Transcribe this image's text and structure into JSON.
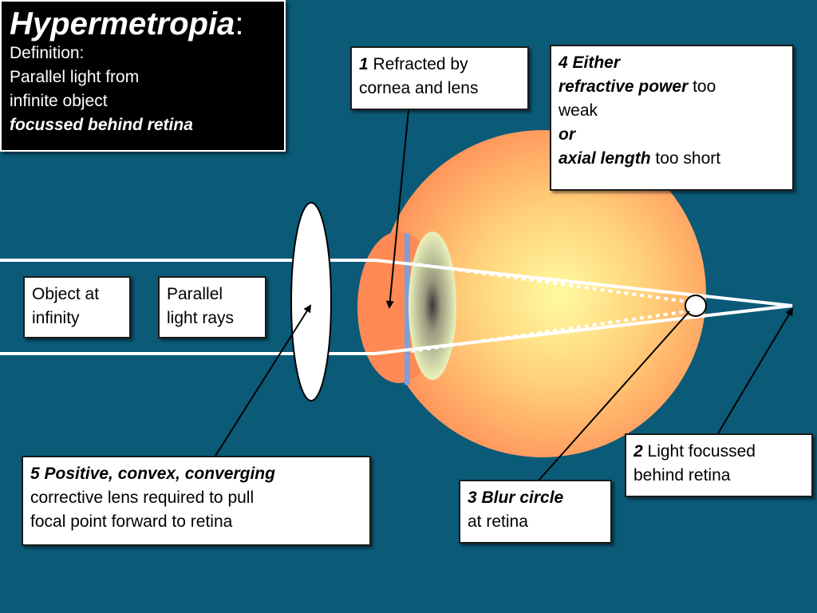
{
  "definition": {
    "title": "Hypermetropia",
    "colon": ":",
    "line1": "Definition:",
    "line2": "Parallel light from",
    "line3": "infinite object",
    "line4": "focussed behind retina"
  },
  "label_1": {
    "num": "1",
    "text1": " Refracted by",
    "text2": "cornea and lens"
  },
  "label_2": {
    "num": "2",
    "text1": " Light focussed",
    "text2": "behind retina"
  },
  "label_3": {
    "title": "3 Blur circle",
    "text": "at retina"
  },
  "label_4": {
    "line1": "4 Either",
    "line2a": "refractive power",
    "line2b": " too",
    "line3": "weak",
    "line4": "or",
    "line5a": "axial length",
    "line5b": " too short"
  },
  "label_5": {
    "title": "5 Positive, convex, converging",
    "line2": "corrective lens required to pull",
    "line3": "focal point forward to retina"
  },
  "label_object": {
    "line1": "Object at",
    "line2": "infinity"
  },
  "label_parallel": {
    "line1": "Parallel",
    "line2": "light rays"
  },
  "colors": {
    "background": "#0a5a78",
    "eye": "#ff7f50",
    "lens_fill": "#e8f0b8",
    "cornea_edge": "#7f9fd8"
  }
}
